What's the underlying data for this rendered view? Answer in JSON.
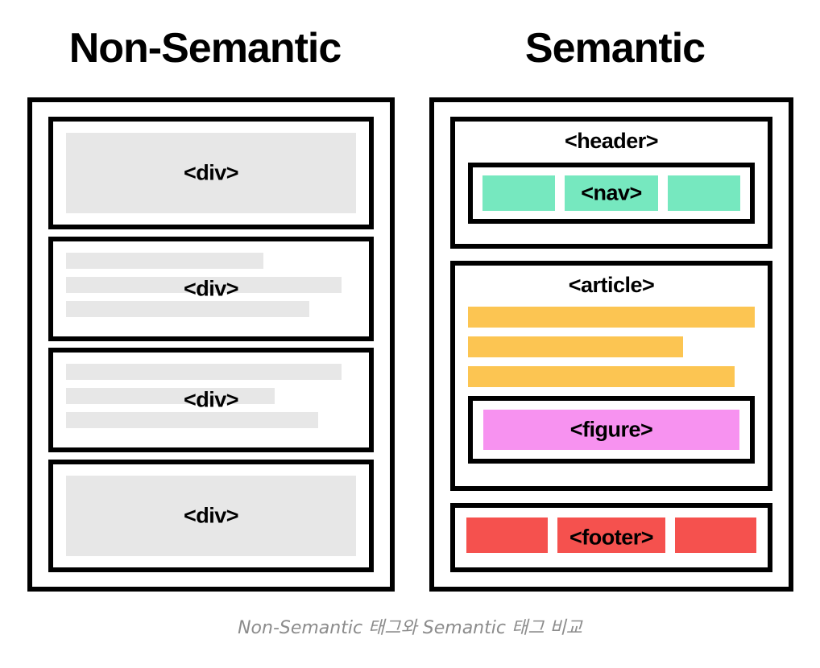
{
  "columns": {
    "left": {
      "heading": "Non-Semantic",
      "blocks": [
        {
          "label": "<div>",
          "kind": "block",
          "fill": "#e7e7e7"
        },
        {
          "label": "<div>",
          "kind": "lines",
          "fill": "#e7e7e7",
          "line_widths": [
            "68%",
            "95%",
            "84%"
          ]
        },
        {
          "label": "<div>",
          "kind": "lines",
          "fill": "#e7e7e7",
          "line_widths": [
            "95%",
            "72%",
            "87%"
          ]
        },
        {
          "label": "<div>",
          "kind": "block",
          "fill": "#e7e7e7"
        }
      ]
    },
    "right": {
      "heading": "Semantic",
      "header": {
        "label": "<header>",
        "nav": {
          "label": "<nav>",
          "color": "#76e8bf",
          "cells": 3
        }
      },
      "article": {
        "label": "<article>",
        "paragraph_color": "#fcc552",
        "paragraph_widths": [
          "100%",
          "75%",
          "93%"
        ],
        "figure": {
          "label": "<figure>",
          "color": "#f792f0"
        }
      },
      "footer": {
        "label": "<footer>",
        "color": "#f5514e",
        "cells": 3
      }
    }
  },
  "caption": "Non-Semantic 태그와 Semantic 태그 비교",
  "colors": {
    "outline": "#000000",
    "background": "#ffffff",
    "gray": "#e7e7e7",
    "green": "#76e8bf",
    "orange": "#fcc552",
    "pink": "#f792f0",
    "red": "#f5514e",
    "caption_text": "#8c8c8c"
  }
}
